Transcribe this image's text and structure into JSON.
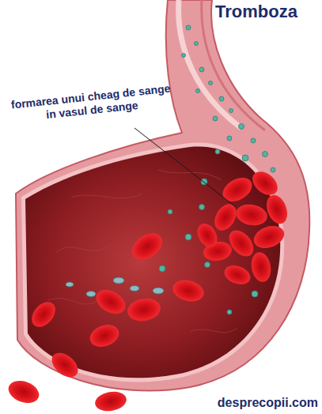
{
  "diagram": {
    "title": "Tromboza",
    "labels": [
      "formarea unui cheag de sange in vasul de sange",
      "desprecopii.com"
    ]
  }
}
